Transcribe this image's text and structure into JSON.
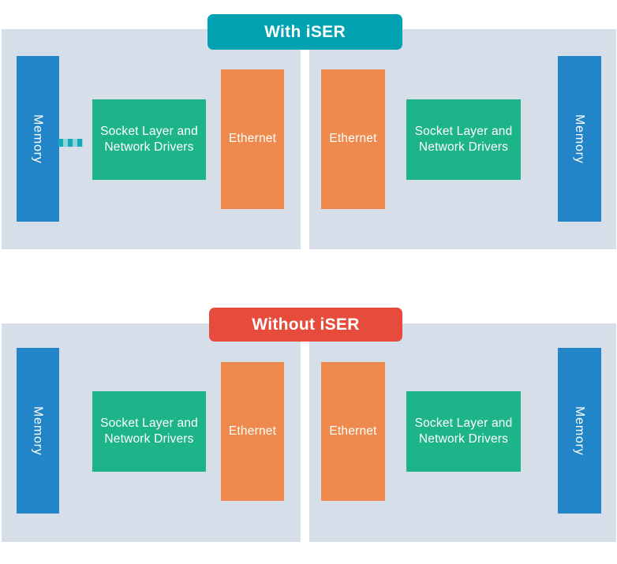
{
  "colors": {
    "panel_bg": "#d6dfe9",
    "memory_blue": "#2185c7",
    "socket_green": "#1db489",
    "ethernet_orange": "#ef8a4e",
    "with_teal": "#00a2b2",
    "without_red": "#e64b3b",
    "connector_dark": "#15a9ba",
    "connector_light": "#8fd3db"
  },
  "sections": [
    {
      "title": "With iSER",
      "left": {
        "memory_label": "Memory",
        "socket_line1": "Socket Layer and",
        "socket_line2": "Network Drivers",
        "ethernet_label": "Ethernet"
      },
      "right": {
        "ethernet_label": "Ethernet",
        "socket_line1": "Socket Layer and",
        "socket_line2": "Network Drivers",
        "memory_label": "Memory"
      }
    },
    {
      "title": "Without iSER",
      "left": {
        "memory_label": "Memory",
        "socket_line1": "Socket Layer and",
        "socket_line2": "Network Drivers",
        "ethernet_label": "Ethernet"
      },
      "right": {
        "ethernet_label": "Ethernet",
        "socket_line1": "Socket Layer and",
        "socket_line2": "Network Drivers",
        "memory_label": "Memory"
      }
    }
  ]
}
